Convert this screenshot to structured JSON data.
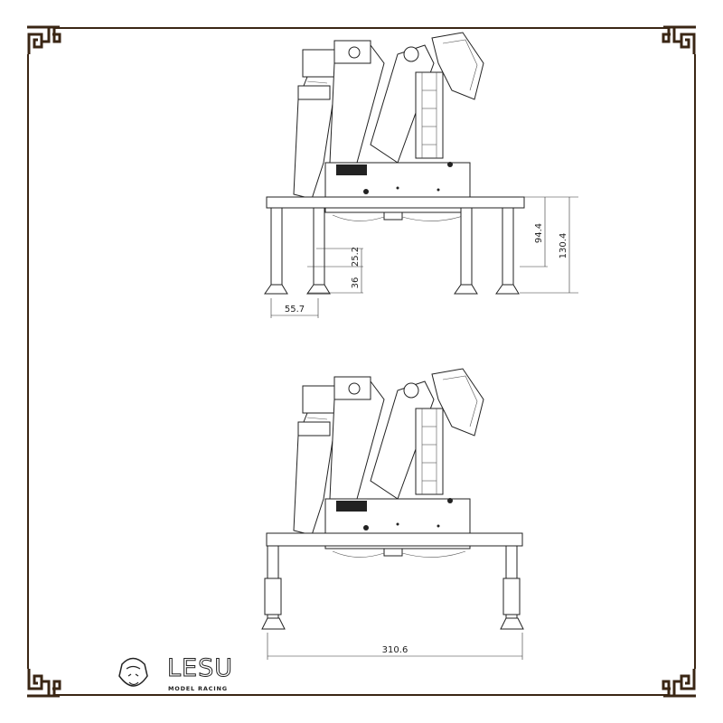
{
  "drawing": {
    "top_view": {
      "dimensions": {
        "foot_offset": "55.7",
        "leg_extension_upper": "25.2",
        "leg_extension_lower": "36",
        "beam_to_ground": "94.4",
        "total_height": "130.4"
      }
    },
    "bottom_view": {
      "dimensions": {
        "outrigger_span": "310.6"
      }
    }
  },
  "logo": {
    "brand": "LESU",
    "tagline": "MODEL RACING"
  },
  "colors": {
    "frame": "#3a2614",
    "lines": "#222222"
  }
}
